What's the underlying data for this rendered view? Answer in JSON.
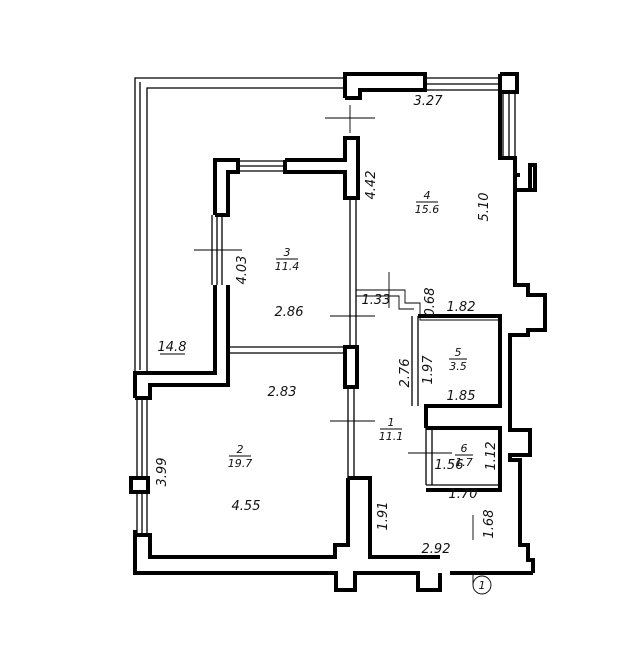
{
  "rooms": [
    {
      "number": "1",
      "area": "11.1"
    },
    {
      "number": "2",
      "area": "19.7"
    },
    {
      "number": "3",
      "area": "11.4"
    },
    {
      "number": "4",
      "area": "15.6"
    },
    {
      "number": "5",
      "area": "3.5"
    },
    {
      "number": "6",
      "area": "1.7"
    }
  ],
  "dimensions": {
    "top_width_room4": "3.27",
    "height_room4_left": "4.42",
    "height_room4_right": "5.10",
    "height_room3": "4.03",
    "width_room3": "2.86",
    "corridor_width": "1.33",
    "corridor_depth": "0.68",
    "bath_top_width": "1.82",
    "bath_height_left": "2.76",
    "bath_height_inner": "1.97",
    "bath_bottom_width": "1.85",
    "width_room2_top": "2.83",
    "width_room2_bottom": "4.55",
    "height_room2": "3.99",
    "wc_width_inner": "1.56",
    "wc_height": "1.12",
    "wc_bottom_width": "1.70",
    "entrance_height": "1.91",
    "entrance_width": "2.92",
    "entrance_right_height": "1.68",
    "balcony_area": "14.8"
  },
  "axis_marker": "1"
}
